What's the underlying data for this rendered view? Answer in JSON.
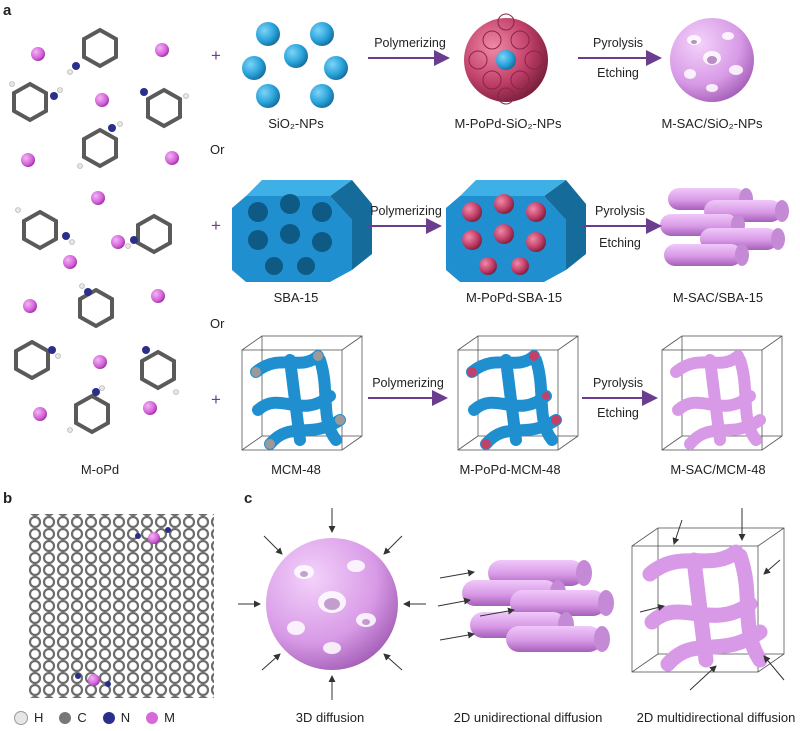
{
  "panels": {
    "a": "a",
    "b": "b",
    "c": "c"
  },
  "or_labels": [
    "Or",
    "Or"
  ],
  "plus": "+",
  "rows": [
    {
      "template": "SiO₂-NPs",
      "composite": "M-PoPd-SiO₂-NPs",
      "product": "M-SAC/SiO₂-NPs"
    },
    {
      "template": "SBA-15",
      "composite": "M-PoPd-SBA-15",
      "product": "M-SAC/SBA-15"
    },
    {
      "template": "MCM-48",
      "composite": "M-PoPd-MCM-48",
      "product": "M-SAC/MCM-48"
    }
  ],
  "steps": {
    "step1": "Polymerizing",
    "step2a": "Pyrolysis",
    "step2b": "Etching"
  },
  "monomer_label": "M-oPd",
  "legend": [
    {
      "symbol": "H",
      "color": "#e6e6e6"
    },
    {
      "symbol": "C",
      "color": "#777777"
    },
    {
      "symbol": "N",
      "color": "#2a2f8a"
    },
    {
      "symbol": "M",
      "color": "#d66ad6"
    }
  ],
  "diffusion": [
    "3D diffusion",
    "2D unidirectional diffusion",
    "2D multidirectional diffusion"
  ],
  "colors": {
    "arrow": "#6a3d8f",
    "silica": "#2aa4dc",
    "sba": "#1f8fd0",
    "polymer": "#c2416a",
    "sac": "#d89ae6",
    "metal": "#d05fd6"
  }
}
